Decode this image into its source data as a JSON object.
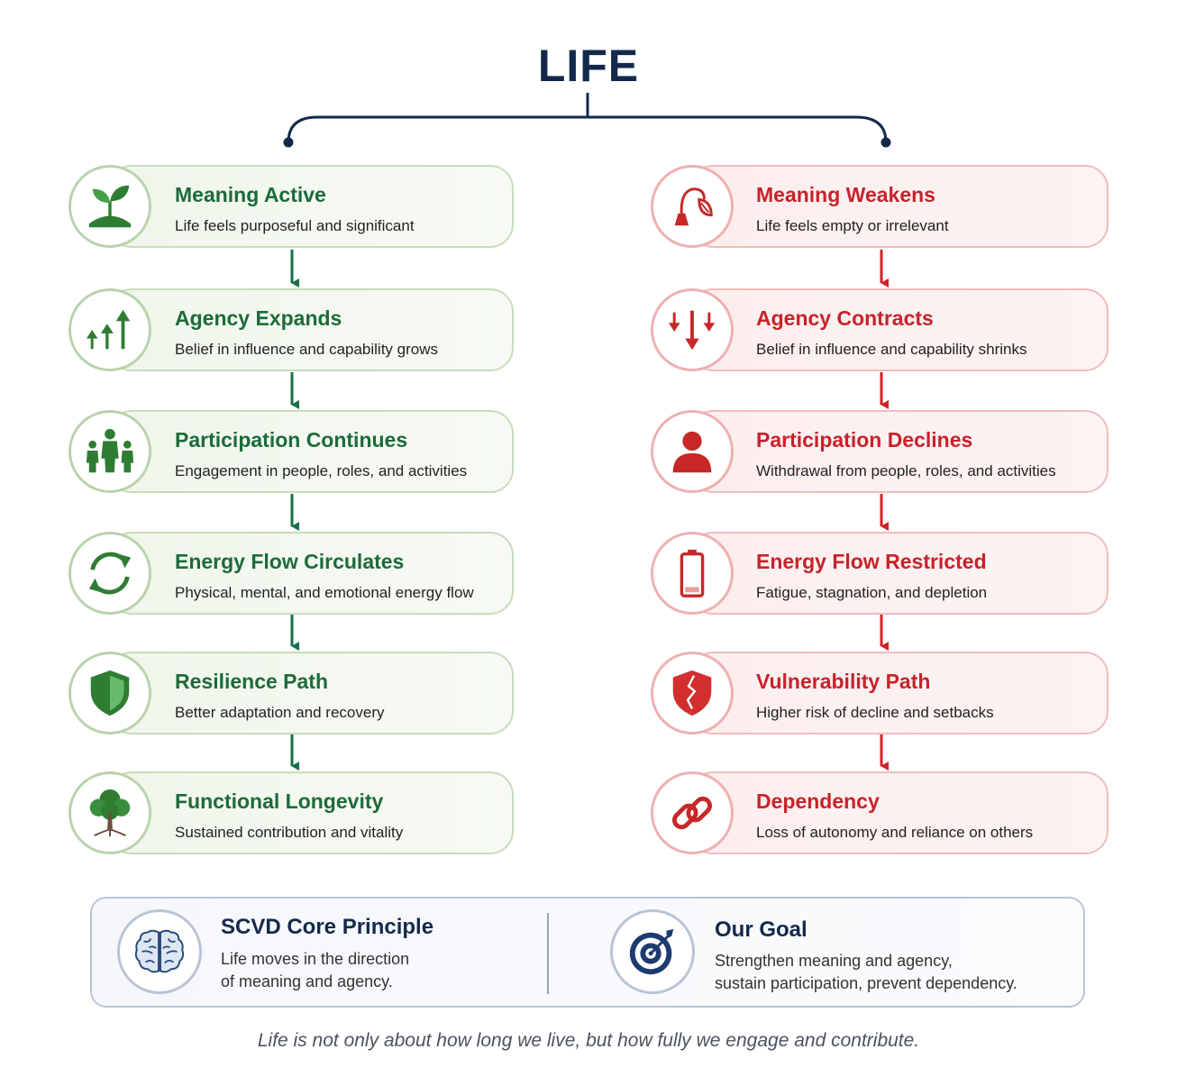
{
  "title": "LIFE",
  "positive_path": [
    {
      "title": "Meaning Active",
      "desc": "Life feels purposeful and significant",
      "icon": "sprout-icon"
    },
    {
      "title": "Agency Expands",
      "desc": "Belief in influence and capability grows",
      "icon": "arrows-up-icon"
    },
    {
      "title": "Participation Continues",
      "desc": "Engagement in people, roles, and activities",
      "icon": "family-icon"
    },
    {
      "title": "Energy Flow Circulates",
      "desc": "Physical, mental, and emotional energy flow",
      "icon": "cycle-arrows-icon"
    },
    {
      "title": "Resilience Path",
      "desc": "Better adaptation and recovery",
      "icon": "shield-icon"
    },
    {
      "title": "Functional Longevity",
      "desc": "Sustained contribution and vitality",
      "icon": "tree-icon"
    }
  ],
  "negative_path": [
    {
      "title": "Meaning Weakens",
      "desc": "Life feels empty or irrelevant",
      "icon": "wilted-flower-icon"
    },
    {
      "title": "Agency Contracts",
      "desc": "Belief in influence and capability shrinks",
      "icon": "arrows-down-icon"
    },
    {
      "title": "Participation Declines",
      "desc": "Withdrawal from people, roles, and activities",
      "icon": "person-icon"
    },
    {
      "title": "Energy Flow Restricted",
      "desc": "Fatigue, stagnation, and depletion",
      "icon": "low-battery-icon"
    },
    {
      "title": "Vulnerability Path",
      "desc": "Higher risk of decline and setbacks",
      "icon": "cracked-shield-icon"
    },
    {
      "title": "Dependency",
      "desc": "Loss of autonomy and reliance on others",
      "icon": "chain-link-icon"
    }
  ],
  "principle": {
    "title": "SCVD Core Principle",
    "line1": "Life moves in the direction",
    "line2": "of meaning and agency.",
    "icon": "brain-icon"
  },
  "goal": {
    "title": "Our Goal",
    "line1": "Strengthen meaning and agency,",
    "line2": "sustain participation, prevent dependency.",
    "icon": "target-icon"
  },
  "footer": "Life is not only about how long we live, but how fully we engage and contribute.",
  "colors": {
    "navy": "#13294b",
    "green": "#1c6b3a",
    "green_arrow": "#17704a",
    "red": "#c8222a",
    "red_arrow": "#d42027"
  }
}
